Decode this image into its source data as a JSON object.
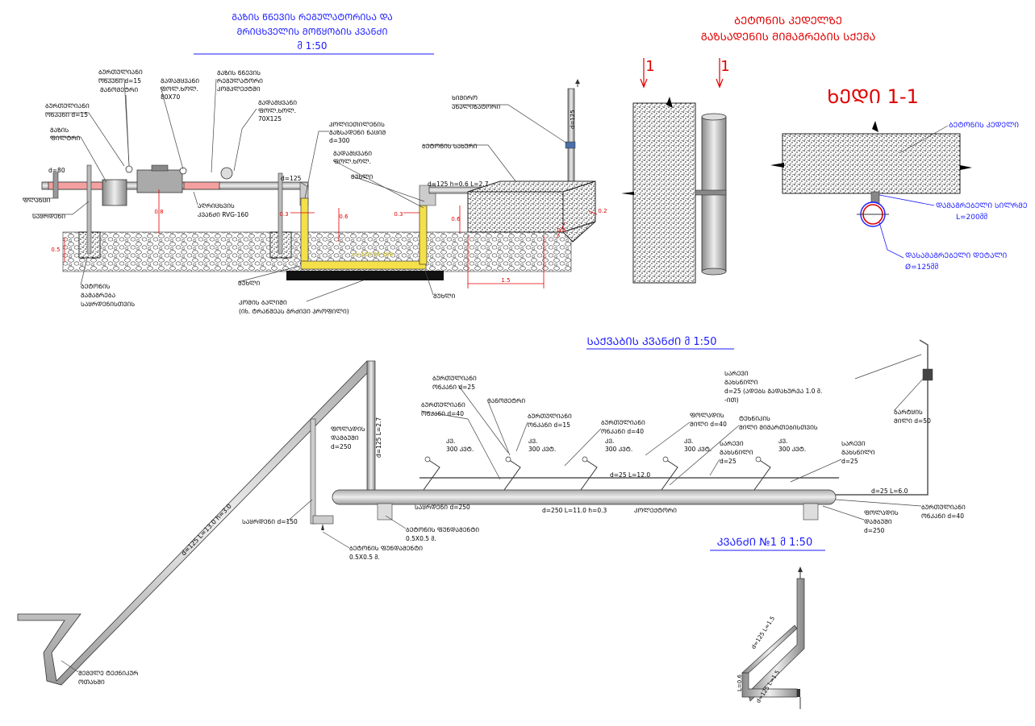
{
  "titles": {
    "regulator_line1": "ᲒᲐᲖᲘᲡ ᲬᲜᲔᲕᲘᲡ ᲠᲔᲒᲣᲚᲐᲢᲝᲠᲘᲡᲐ ᲓᲐ",
    "regulator_line2": "ᲛᲠᲘᲪᲮᲕᲔᲚᲘᲡ ᲛᲝᲬᲧᲝᲑᲘᲡ ᲙᲕᲐᲜᲫᲘ",
    "regulator_scale": "მ 1:50",
    "wall_line1": "ᲑᲔᲢᲝᲜᲘᲡ ᲙᲔᲓᲔᲚᲖᲔ",
    "wall_line2": "ᲒᲐᲖᲡᲐᲓᲔᲜᲘᲡ ᲛᲘᲛᲐᲒᲠᲔᲑᲘᲡ ᲡᲥᲔᲛᲐ",
    "section": "ᲮᲔᲓᲘ 1-1",
    "section_mark": "1",
    "boiler": "ᲡᲐᲥᲕᲐᲑᲘᲡ ᲙᲕᲐᲜᲫᲘ  მ 1:50",
    "node": "ᲙᲕᲐᲜᲫᲘ №1  მ 1:50"
  },
  "regulator_labels": {
    "ball_valve_d15_top": [
      "ᲑᲣᲠᲗᲣᲚᲘᲐᲜᲘ",
      "ᲝᲜᲙᲐᲜᲘ d=15",
      "ᲛᲐᲜᲝᲛᲔᲢᲠᲘ"
    ],
    "transition": [
      "ᲒᲐᲓᲐᲛᲧᲕᲐᲜᲘ",
      "ᲤᲝᲚ.ᲮᲝᲚ.",
      "80X70"
    ],
    "regulator": [
      "ᲒᲐᲖᲘᲡ ᲬᲜᲔᲕᲘᲡ",
      "ᲠᲔᲒᲣᲚᲐᲢᲝᲠᲘ",
      "ᲙᲝᲛᲞᲚᲔᲥᲢᲨᲘ"
    ],
    "transition2": [
      "ᲒᲐᲓᲐᲛᲧᲕᲐᲜᲘ",
      "ᲤᲝᲚ.ᲮᲝᲚ.",
      "70X125"
    ],
    "ball_valve_d15": [
      "ᲑᲣᲠᲗᲣᲚᲘᲐᲜᲘ",
      "ᲝᲜᲙᲐᲜᲘ d=15"
    ],
    "gas_filter": [
      "ᲒᲐᲖᲘᲡ",
      "ᲤᲘᲚᲢᲠᲘ"
    ],
    "d80": "d=80",
    "flange": "ᲤᲚᲐᲜᲪᲘ",
    "support": "ᲡᲐᲧᲠᲓᲔᲜᲘ",
    "meter": [
      "ᲐᲦᲠᲘᲪᲮᲕᲘᲡ",
      "ᲙᲕᲐᲜᲫᲘ RVG-160"
    ],
    "d125": "d=125",
    "poly_transition": [
      "ᲞᲝᲚᲘᲔᲗᲘᲚᲔᲜᲘᲡ",
      "ᲒᲐᲖᲡᲐᲓᲔᲜᲘ ᲜᲐᲪᲘᲛ",
      "d=300"
    ],
    "transition3": [
      "ᲒᲐᲓᲐᲛᲧᲕᲐᲜᲘ",
      "ᲤᲝᲚ.ᲮᲝᲚ."
    ],
    "elbow": "ᲛᲣᲮᲚᲘ",
    "concrete_base": [
      "ᲑᲔᲢᲝᲜᲘᲡ",
      "ᲒᲐᲛᲐᲒᲠᲔᲑᲐ",
      "ᲡᲐᲧᲠᲓᲔᲜᲘᲡᲗᲕᲘᲡ"
    ],
    "warning_tape": [
      "ᲙᲝᲛᲘᲡ ᲑᲐᲚᲘᲨᲘ",
      "(Იხ. ᲢᲠᲐᲜᲨᲔᲐᲡ ᲒᲠᲫᲘᲕᲘ ᲞᲠᲝᲤᲘᲚᲘ)"
    ],
    "analyzer": [
      "ᲮᲘᲛᲘᲠᲝ",
      "ᲐᲜᲐᲚᲘᲖᲐᲢᲝᲠᲘ"
    ],
    "concrete_wall": "ᲑᲔᲢᲝᲜᲘᲡ ᲡᲐᲮᲣᲠᲘ",
    "pipe_spec": "d=125 h=0.6 L=2.7",
    "d125_vertical": "d=125",
    "poly_pipe": "d=125 PE-100",
    "dims": [
      "0.8",
      "0.3",
      "0.6",
      "0.3",
      "0.6",
      "0.5",
      "0.6",
      "0.2",
      "1.5"
    ]
  },
  "wall_labels": {
    "concrete_wall": "ᲑᲔᲢᲝᲜᲘᲡ ᲙᲔᲓᲔᲚᲘ",
    "clamp": [
      "ᲓᲐᲛᲐᲒᲠᲔᲑᲔᲚᲘ ᲡᲘᲚᲠᲛᲔ",
      "L=200მმ"
    ],
    "bracket": [
      "ᲓᲐᲡᲐᲛᲐᲒᲠᲔᲑᲔᲚᲘ ᲓᲔᲢᲐᲚᲘ",
      "Ø=125მმ"
    ]
  },
  "boiler_labels": {
    "valve_d25": [
      "ᲑᲣᲠᲗᲣᲚᲘᲐᲜᲘ",
      "ᲝᲜᲙᲐᲜᲘ d=25"
    ],
    "manometer": "ᲛᲐᲜᲝᲛᲔᲢᲠᲘ",
    "valve_d40": [
      "ᲑᲣᲠᲗᲣᲚᲘᲐᲜᲘ",
      "ᲝᲜᲙᲐᲜᲘ d=40"
    ],
    "valve_d15": [
      "ᲑᲣᲠᲗᲣᲚᲘᲐᲜᲘ",
      "ᲝᲜᲙᲐᲜᲘ d=15"
    ],
    "valve_d40b": [
      "ᲑᲣᲠᲗᲣᲚᲘᲐᲜᲘ",
      "ᲝᲜᲙᲐᲜᲘ d=40"
    ],
    "steel_pipe": [
      "ᲤᲝᲚᲐᲓᲘᲡ",
      "ᲛᲘᲚᲘ d=40"
    ],
    "tank": [
      "ᲢᲔᲮᲜᲘᲙᲘᲡ",
      "ᲛᲘᲚᲘ ᲛᲘᲛᲐᲠᲗᲔᲑᲘᲡᲗᲕᲘᲡ"
    ],
    "purge_top": [
      "ᲡᲐᲠᲔᲕᲘ",
      "ᲒᲐᲮᲡᲜᲘᲚᲘ",
      "d=25 (ᲐᲓᲔᲑᲡ ᲒᲐᲓᲐᲮᲣᲠᲕᲐ 1.0 მ.",
      "-ᲘᲗ)"
    ],
    "vent": [
      "ᲑᲐᲠᲢᲧᲘᲡ",
      "ᲛᲘᲚᲘ d=50"
    ],
    "purge1": [
      "ᲡᲐᲠᲔᲕᲘ",
      "ᲒᲐᲮᲡᲜᲘᲚᲘ",
      "d=25"
    ],
    "purge2": [
      "ᲡᲐᲠᲔᲕᲘ",
      "ᲒᲐᲮᲡᲜᲘᲚᲘ",
      "d=25"
    ],
    "kw": [
      [
        "ᲙᲕ.",
        "300 ᲙᲕᲢ."
      ],
      [
        "ᲙᲕ.",
        "300 ᲙᲕᲢ."
      ],
      [
        "ᲙᲕ.",
        "300 ᲙᲕᲢ."
      ],
      [
        "ᲙᲕ.",
        "300 ᲙᲕᲢ."
      ],
      [
        "ᲙᲕ.",
        "300 ᲙᲕᲢ."
      ]
    ],
    "steel_collector": [
      "ᲤᲝᲚᲐᲓᲘᲡ",
      "ᲓᲐᲛᲑᲣᲨᲘ",
      "d=250"
    ],
    "d25_l12": "d=25 L=12.0",
    "d25_l6": "d=25 L=6.0",
    "d250_spec": "d=250 L=11.0 h=0.3",
    "collector": "ᲙᲝᲚᲔᲥᲢᲝᲠᲘ",
    "support_d250": "ᲡᲐᲧᲠᲓᲔᲜᲘ  d=250",
    "support_d150": "ᲡᲐᲧᲠᲓᲔᲜᲘ  d=150",
    "concrete_found1": [
      "ᲑᲔᲢᲝᲜᲘᲡ ᲤᲣᲜᲓᲐᲛᲔᲜᲢᲘ",
      "0.5X0.5 მ."
    ],
    "concrete_found2": [
      "ᲑᲔᲢᲝᲜᲘᲡ ᲤᲣᲜᲓᲐᲛᲔᲜᲢᲘ",
      "0.5X0.5 მ."
    ],
    "valve_end": [
      "ᲑᲣᲠᲗᲣᲚᲘᲐᲜᲘ",
      "ᲝᲜᲙᲐᲜᲘ d=40"
    ],
    "steel_collector2": [
      "ᲤᲝᲚᲐᲓᲘᲡ",
      "ᲓᲐᲛᲑᲣᲨᲘ",
      "d=250"
    ],
    "d125_l27": "d=125  L=2.7",
    "d125_l13": "d=125 L=13.0 h=3.0",
    "boiler_room": [
      "ᲨᲔᲛᲕᲚᲔ ᲢᲔᲥᲜᲘᲙᲣᲠ",
      "ᲝᲗᲐᲮᲨᲘ"
    ]
  },
  "node_labels": {
    "l06": "L=0.6",
    "d125_l15a": "d=125 L=1.5",
    "d125_l15b": "d=125 L=1.5"
  }
}
